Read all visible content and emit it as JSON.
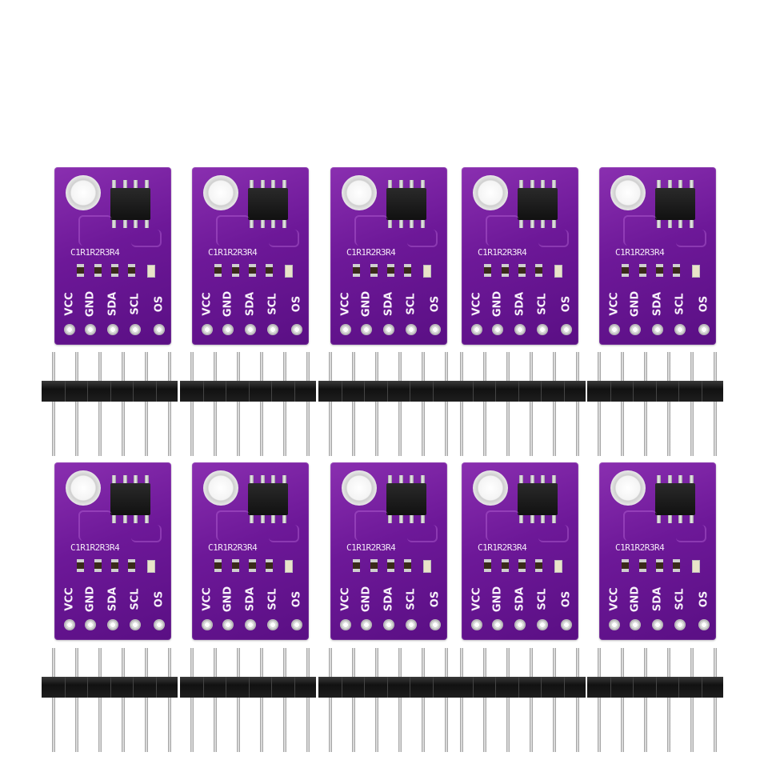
{
  "product": {
    "silkscreen_components": "C1R1R2R3R4",
    "pin_labels": [
      "VCC",
      "GND",
      "SDA",
      "SCL",
      "OS"
    ],
    "board_color": "#6d1898",
    "chip_color": "#151515",
    "pad_color": "#d9d9d9",
    "header_color": "#1a1a1a",
    "pin_color": "#d8d8d8"
  },
  "grid": {
    "rows": 2,
    "columns": 5,
    "header_pins": 6
  }
}
